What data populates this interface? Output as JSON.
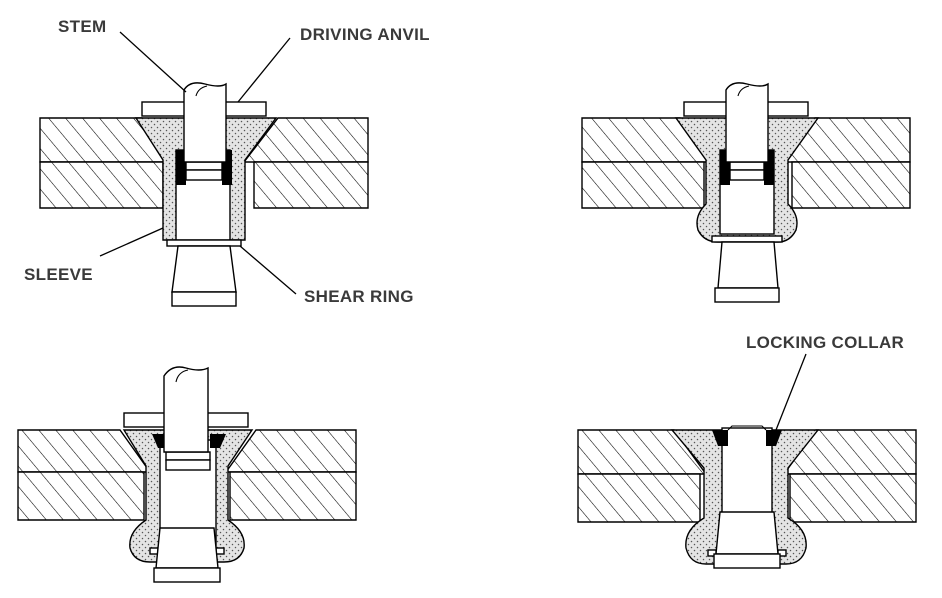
{
  "labels": {
    "stem": "STEM",
    "driving_anvil": "DRIVING ANVIL",
    "sleeve": "SLEEVE",
    "shear_ring": "SHEAR RING",
    "locking_collar": "LOCKING COLLAR"
  },
  "colors": {
    "ink": "#000000",
    "label_text": "#3a3a3a",
    "background": "#ffffff"
  }
}
